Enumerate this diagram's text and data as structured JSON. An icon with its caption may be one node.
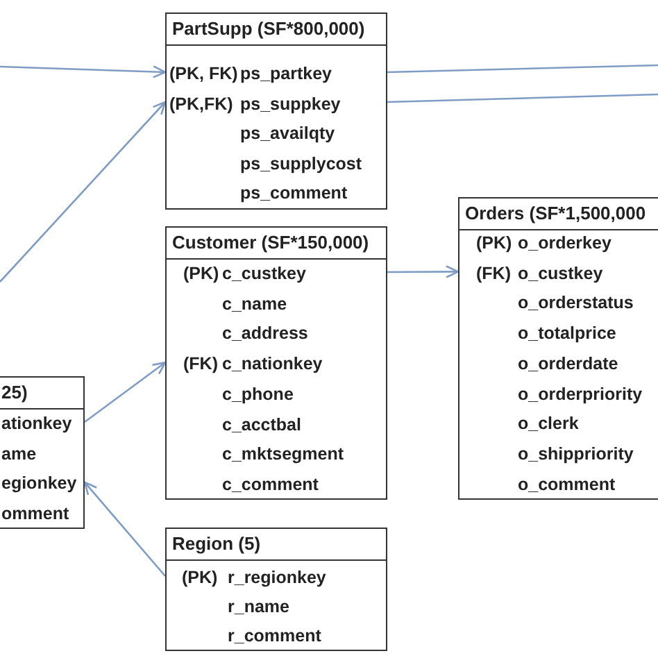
{
  "diagram": {
    "nodes": [
      {
        "text": [
          "PartSupp (SF*800,000)"
        ]
      },
      {
        "text": [
          "(PK, FK)",
          "ps_partkey"
        ],
        "in": 0
      },
      {
        "text": [
          "(PK,FK)",
          "ps_suppkey"
        ],
        "in": 0
      },
      {
        "text": [
          "ps_availqty"
        ],
        "in": 0
      },
      {
        "text": [
          "ps_supplycost"
        ],
        "in": 0
      },
      {
        "text": [
          "ps_comment"
        ],
        "in": 0
      },
      {
        "text": [
          "Orders (SF*1,500,000"
        ]
      },
      {
        "text": [
          "(PK)",
          "o_orderkey"
        ],
        "in": 6
      },
      {
        "text": [
          "(FK)",
          "o_custkey"
        ],
        "in": 6
      },
      {
        "text": [
          "o_orderstatus"
        ],
        "in": 6
      },
      {
        "text": [
          "o_totalprice"
        ],
        "in": 6
      },
      {
        "text": [
          "o_orderdate"
        ],
        "in": 6
      },
      {
        "text": [
          "o_orderpriority"
        ],
        "in": 6
      },
      {
        "text": [
          "o_clerk"
        ],
        "in": 6
      },
      {
        "text": [
          "o_shippriority"
        ],
        "in": 6
      },
      {
        "text": [
          "o_comment"
        ],
        "in": 6
      },
      {
        "text": [
          "Customer (SF*150,000)"
        ]
      },
      {
        "text": [
          "(PK)",
          "c_custkey"
        ],
        "in": 16
      },
      {
        "text": [
          "c_name"
        ],
        "in": 16
      },
      {
        "text": [
          "c_address"
        ],
        "in": 16
      },
      {
        "text": [
          "(FK)",
          "c_nationkey"
        ],
        "in": 16
      },
      {
        "text": [
          "c_phone"
        ],
        "in": 16
      },
      {
        "text": [
          "c_acctbal"
        ],
        "in": 16
      },
      {
        "text": [
          "c_mktsegment"
        ],
        "in": 16
      },
      {
        "text": [
          "c_comment"
        ],
        "in": 16
      },
      {
        "text": [
          "25)"
        ]
      },
      {
        "text": [
          "ationkey"
        ],
        "in": 25
      },
      {
        "text": [
          "ame"
        ],
        "in": 25
      },
      {
        "text": [
          "egionkey"
        ],
        "in": 25
      },
      {
        "text": [
          "omment"
        ],
        "in": 25
      },
      {
        "text": [
          "Region (5)"
        ]
      },
      {
        "text": [
          "(PK)",
          "r_regionkey"
        ],
        "in": 30
      },
      {
        "text": [
          "r_name"
        ],
        "in": 30
      },
      {
        "text": [
          "r_comment"
        ],
        "in": 30
      }
    ],
    "edges": [
      {
        "from": null,
        "to": 1,
        "arrow": "to"
      },
      {
        "from": null,
        "to": 2,
        "arrow": "to"
      },
      {
        "from": 1,
        "to": null,
        "arrow": "none"
      },
      {
        "from": 2,
        "to": null,
        "arrow": "none"
      },
      {
        "from": 17,
        "to": 8,
        "arrow": "to"
      },
      {
        "from": 26,
        "to": 20,
        "arrow": "to"
      },
      {
        "from": 31,
        "to": 28,
        "arrow": "to"
      }
    ]
  }
}
